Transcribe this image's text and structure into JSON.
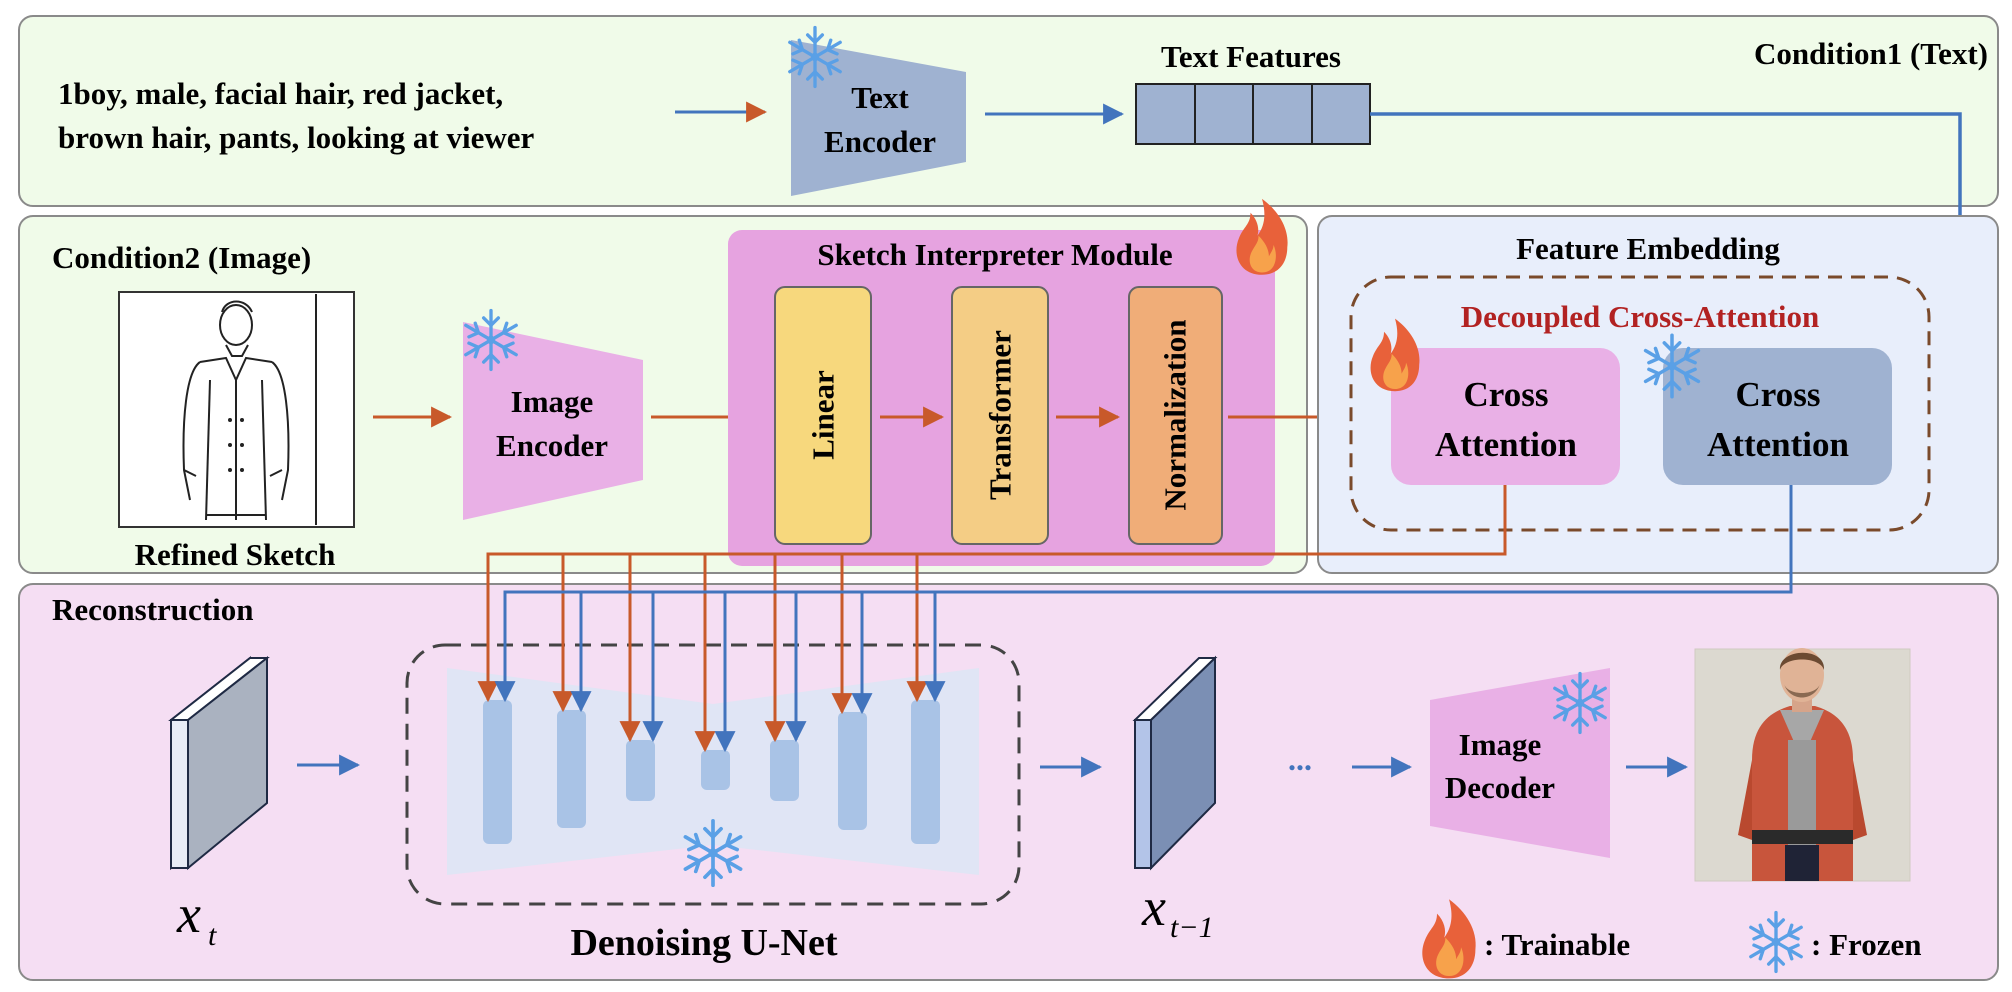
{
  "condition1": {
    "title": "Condition1 (Text)",
    "prompt_line1": "1boy, male, facial hair, red jacket,",
    "prompt_line2": "brown hair, pants, looking at viewer",
    "text_encoder_line1": "Text",
    "text_encoder_line2": "Encoder",
    "text_features_label": "Text Features"
  },
  "condition2": {
    "title": "Condition2 (Image)",
    "sketch_caption": "Refined Sketch",
    "image_encoder_line1": "Image",
    "image_encoder_line2": "Encoder"
  },
  "sketch_interpreter": {
    "title": "Sketch Interpreter Module",
    "blocks": [
      "Linear",
      "Transformer",
      "Normalization"
    ]
  },
  "feature_embedding": {
    "title": "Feature Embedding",
    "decoupled_title": "Decoupled Cross-Attention",
    "trainable_attention_line1": "Cross",
    "trainable_attention_line2": "Attention",
    "frozen_attention_line1": "Cross",
    "frozen_attention_line2": "Attention"
  },
  "reconstruction": {
    "title": "Reconstruction",
    "xt_label": "x",
    "xt_sub": "t",
    "xt1_label": "x",
    "xt1_sub": "t−1",
    "unet_label": "Denoising U-Net",
    "ellipsis": "...",
    "image_decoder_line1": "Image",
    "image_decoder_line2": "Decoder"
  },
  "legend": {
    "trainable_label": ": Trainable",
    "frozen_label": ": Frozen"
  },
  "colors": {
    "text_panel_bg": "#f0fbe9",
    "image_panel_bg": "#f0fbe9",
    "embedding_panel_bg": "#e8eefb",
    "reconstruction_bg": "#f5def3",
    "sim_bg": "#e6a3e0",
    "frozen_blue": "#9fb2d1",
    "trainable_pink": "#e9b0e6",
    "linear_yellow": "#f7d87d",
    "transformer_yellow": "#f4cd85",
    "normalization_orange": "#f0ad78",
    "arrow_orange": "#c8592a",
    "arrow_blue": "#4274bd",
    "decoupled_red": "#b22222",
    "dashed_brown": "#7a4a2b"
  }
}
